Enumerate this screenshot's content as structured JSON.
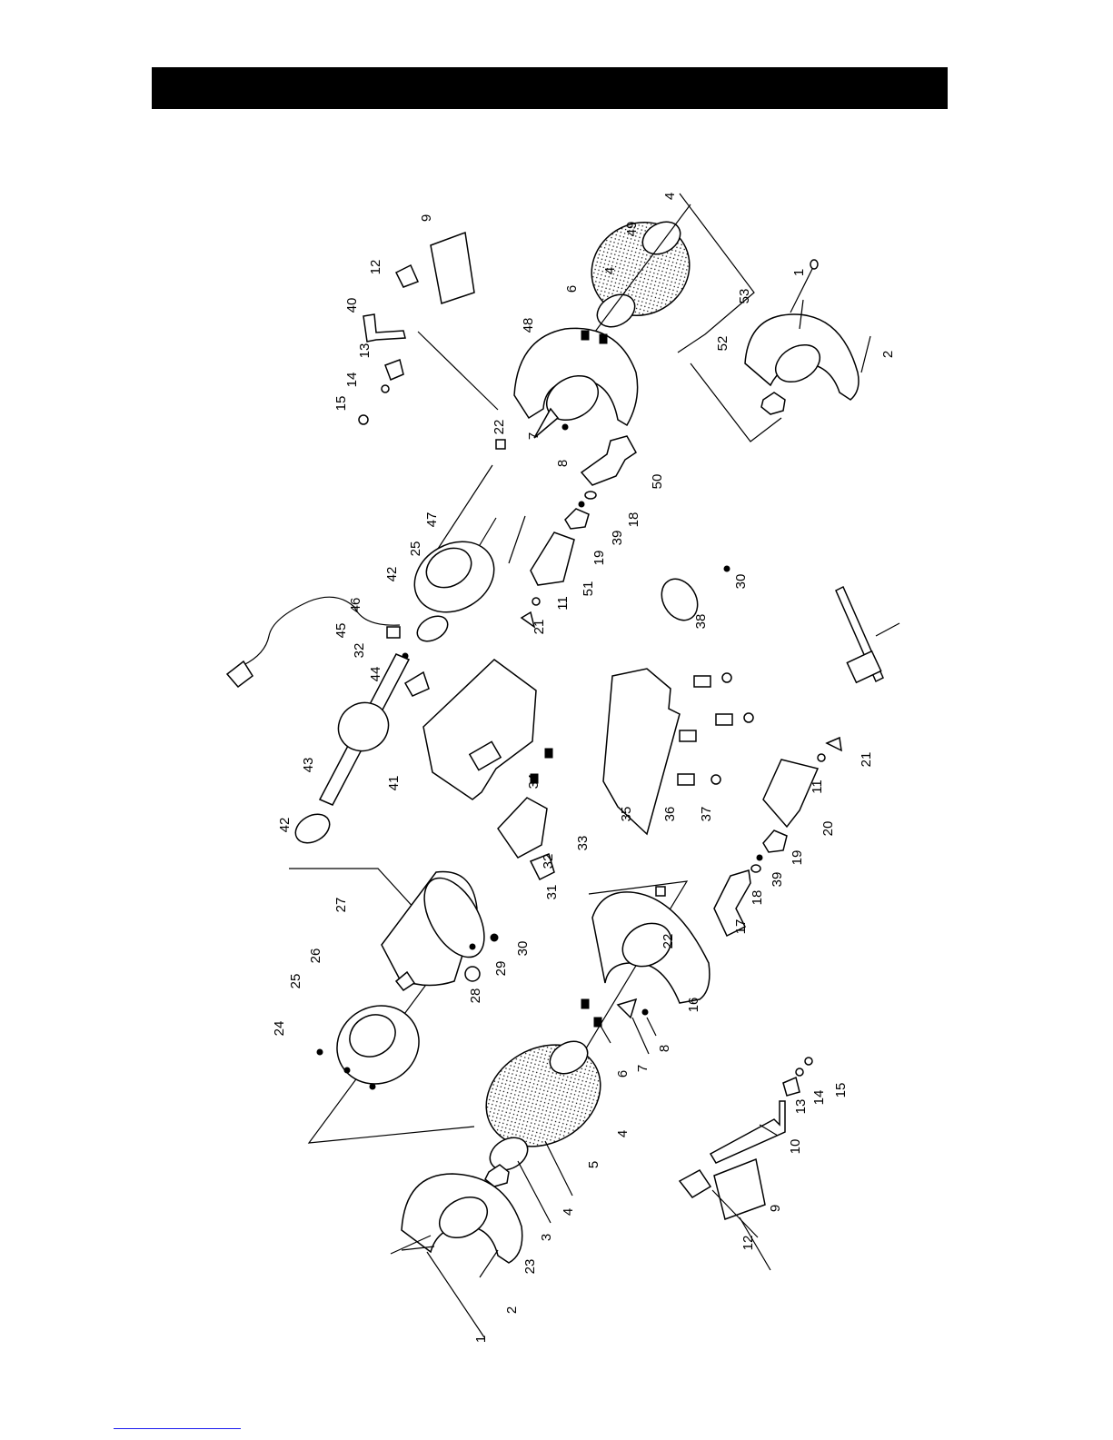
{
  "page": {
    "header_text": "",
    "footer_link_text": ""
  },
  "diagram": {
    "callouts": [
      {
        "id": "c-4a",
        "text": "4"
      },
      {
        "id": "c-49",
        "text": "49"
      },
      {
        "id": "c-4b",
        "text": "4"
      },
      {
        "id": "c-6a",
        "text": "6"
      },
      {
        "id": "c-48",
        "text": "48"
      },
      {
        "id": "c-9a",
        "text": "9"
      },
      {
        "id": "c-12a",
        "text": "12"
      },
      {
        "id": "c-40",
        "text": "40"
      },
      {
        "id": "c-13a",
        "text": "13"
      },
      {
        "id": "c-14a",
        "text": "14"
      },
      {
        "id": "c-15a",
        "text": "15"
      },
      {
        "id": "c-22a",
        "text": "22"
      },
      {
        "id": "c-7a",
        "text": "7"
      },
      {
        "id": "c-8a",
        "text": "8"
      },
      {
        "id": "c-50",
        "text": "50"
      },
      {
        "id": "c-18a",
        "text": "18"
      },
      {
        "id": "c-39a",
        "text": "39"
      },
      {
        "id": "c-19a",
        "text": "19"
      },
      {
        "id": "c-1a",
        "text": "1"
      },
      {
        "id": "c-53",
        "text": "53"
      },
      {
        "id": "c-52",
        "text": "52"
      },
      {
        "id": "c-2a",
        "text": "2"
      },
      {
        "id": "c-47",
        "text": "47"
      },
      {
        "id": "c-25a",
        "text": "25"
      },
      {
        "id": "c-42a",
        "text": "42"
      },
      {
        "id": "c-46",
        "text": "46"
      },
      {
        "id": "c-45",
        "text": "45"
      },
      {
        "id": "c-32a",
        "text": "32"
      },
      {
        "id": "c-44",
        "text": "44"
      },
      {
        "id": "c-51",
        "text": "51"
      },
      {
        "id": "c-11a",
        "text": "11"
      },
      {
        "id": "c-21a",
        "text": "21"
      },
      {
        "id": "c-38",
        "text": "38"
      },
      {
        "id": "c-30a",
        "text": "30"
      },
      {
        "id": "c-43",
        "text": "43"
      },
      {
        "id": "c-41",
        "text": "41"
      },
      {
        "id": "c-34",
        "text": "34"
      },
      {
        "id": "c-35",
        "text": "35"
      },
      {
        "id": "c-36",
        "text": "36"
      },
      {
        "id": "c-37",
        "text": "37"
      },
      {
        "id": "c-42b",
        "text": "42"
      },
      {
        "id": "c-33",
        "text": "33"
      },
      {
        "id": "c-32b",
        "text": "32"
      },
      {
        "id": "c-31",
        "text": "31"
      },
      {
        "id": "c-11b",
        "text": "11"
      },
      {
        "id": "c-21b",
        "text": "21"
      },
      {
        "id": "c-20",
        "text": "20"
      },
      {
        "id": "c-19b",
        "text": "19"
      },
      {
        "id": "c-39b",
        "text": "39"
      },
      {
        "id": "c-18b",
        "text": "18"
      },
      {
        "id": "c-17",
        "text": "17"
      },
      {
        "id": "c-27",
        "text": "27"
      },
      {
        "id": "c-26",
        "text": "26"
      },
      {
        "id": "c-25b",
        "text": "25"
      },
      {
        "id": "c-24",
        "text": "24"
      },
      {
        "id": "c-29",
        "text": "29"
      },
      {
        "id": "c-30b",
        "text": "30"
      },
      {
        "id": "c-28",
        "text": "28"
      },
      {
        "id": "c-22b",
        "text": "22"
      },
      {
        "id": "c-16",
        "text": "16"
      },
      {
        "id": "c-8b",
        "text": "8"
      },
      {
        "id": "c-7b",
        "text": "7"
      },
      {
        "id": "c-6b",
        "text": "6"
      },
      {
        "id": "c-4c",
        "text": "4"
      },
      {
        "id": "c-5",
        "text": "5"
      },
      {
        "id": "c-4d",
        "text": "4"
      },
      {
        "id": "c-3",
        "text": "3"
      },
      {
        "id": "c-23",
        "text": "23"
      },
      {
        "id": "c-2b",
        "text": "2"
      },
      {
        "id": "c-1b",
        "text": "1"
      },
      {
        "id": "c-10",
        "text": "10"
      },
      {
        "id": "c-13b",
        "text": "13"
      },
      {
        "id": "c-14b",
        "text": "14"
      },
      {
        "id": "c-15b",
        "text": "15"
      },
      {
        "id": "c-12b",
        "text": "12"
      },
      {
        "id": "c-9b",
        "text": "9"
      }
    ]
  }
}
